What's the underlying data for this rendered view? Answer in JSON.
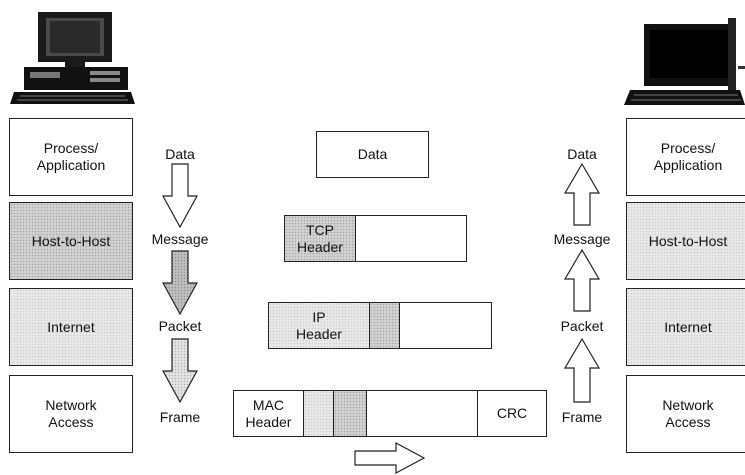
{
  "sender_layers": [
    {
      "label": "Process/\nApplication"
    },
    {
      "label": "Host-to-Host"
    },
    {
      "label": "Internet"
    },
    {
      "label": "Network\nAccess"
    }
  ],
  "receiver_layers": [
    {
      "label": "Process/\nApplication"
    },
    {
      "label": "Host-to-Host"
    },
    {
      "label": "Internet"
    },
    {
      "label": "Network\nAccess"
    }
  ],
  "down_labels": [
    "Data",
    "Message",
    "Packet",
    "Frame"
  ],
  "up_labels": [
    "Data",
    "Message",
    "Packet",
    "Frame"
  ],
  "units": {
    "data": "Data",
    "tcp_header": "TCP\nHeader",
    "ip_header": "IP\nHeader",
    "mac_header": "MAC\nHeader",
    "crc": "CRC"
  },
  "icons": {
    "sender": "desktop-computer-icon",
    "receiver": "desktop-computer-icon",
    "transmit": "right-arrow-icon"
  }
}
